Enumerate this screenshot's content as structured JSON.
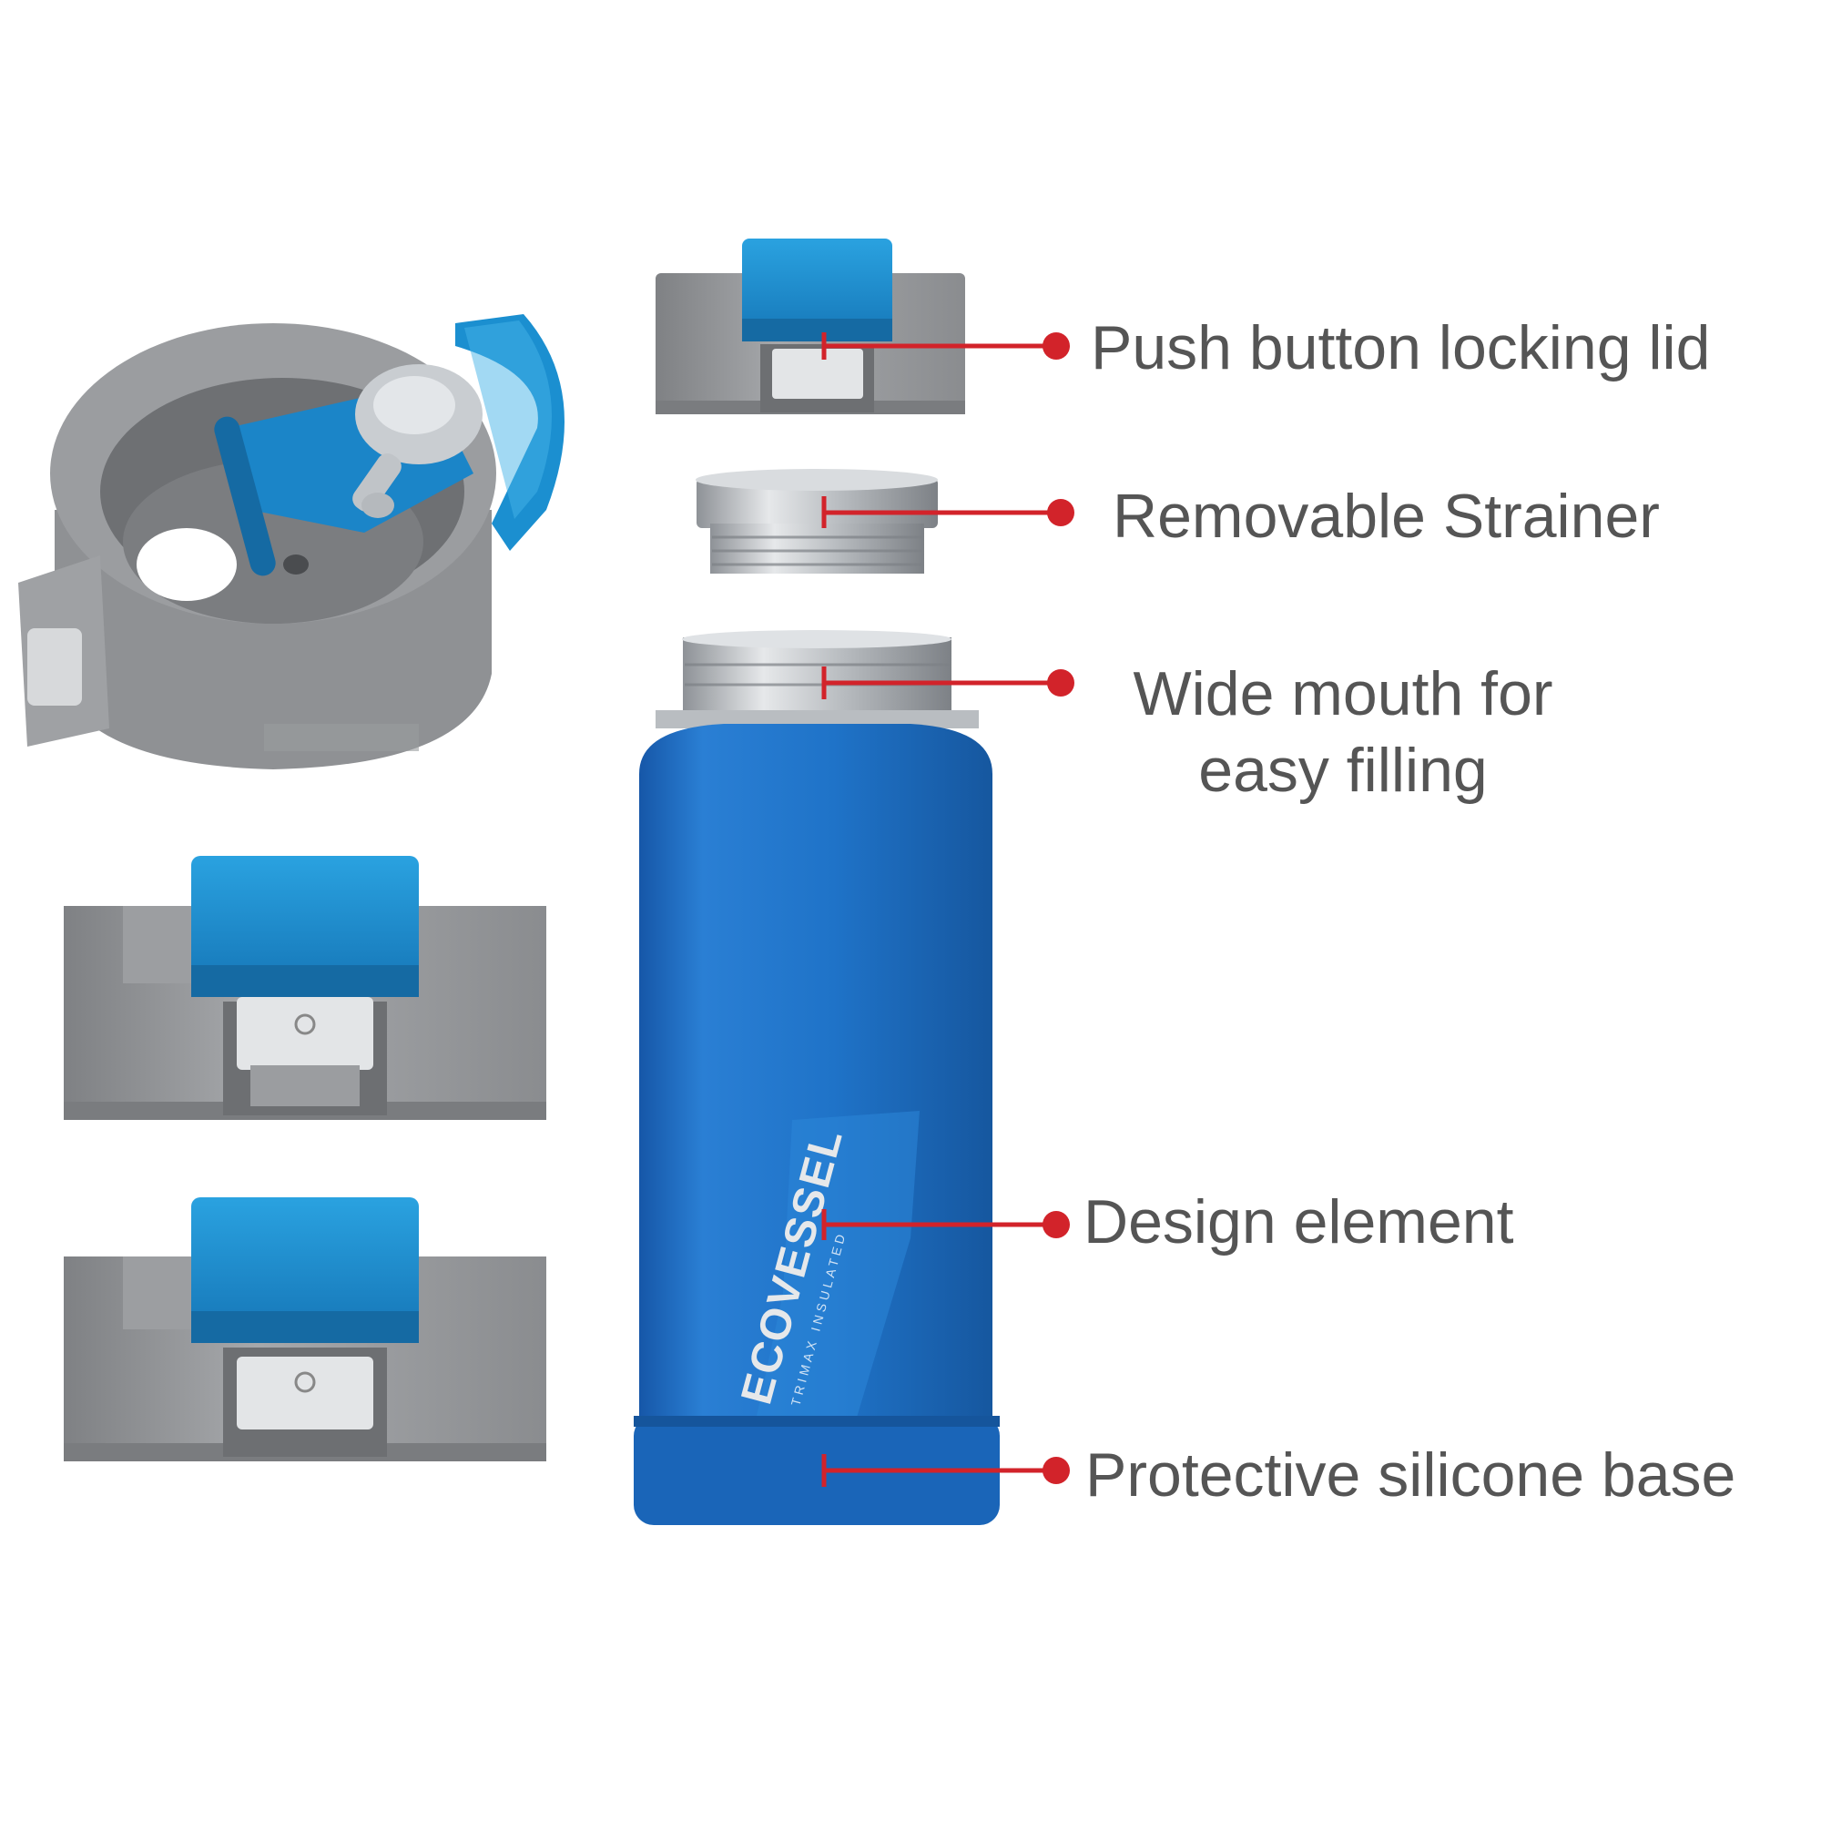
{
  "callouts": [
    {
      "id": "push-button-lid",
      "text": "Push button locking lid"
    },
    {
      "id": "removable-strainer",
      "text": "Removable Strainer"
    },
    {
      "id": "wide-mouth",
      "text": "Wide mouth for",
      "text2": "easy filling"
    },
    {
      "id": "design-element",
      "text": "Design element"
    },
    {
      "id": "silicone-base",
      "text": "Protective silicone base"
    }
  ],
  "brand": {
    "name": "ECOVESSEL",
    "bottle_subtext": "TRIMAX INSULATED"
  },
  "colors": {
    "accent_red": "#d2232a",
    "bottle_blue": "#1f73c8",
    "lid_blue": "#1b8fd0",
    "lid_gray": "#9a9c9f",
    "steel": "#c8ccd0",
    "label_text": "#555555"
  }
}
